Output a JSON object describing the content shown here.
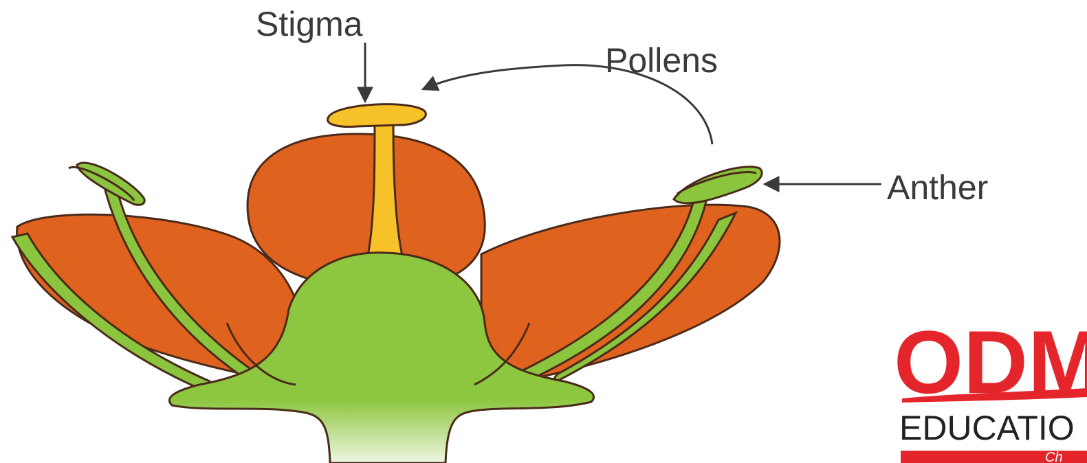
{
  "labels": {
    "stigma": "Stigma",
    "pollens": "Pollens",
    "anther": "Anther"
  },
  "logo": {
    "main_text": "ODM",
    "sub_text": "EDUCATIO",
    "tagline_fragment": "Ch"
  },
  "colors": {
    "petal": "#E0621F",
    "stamen": "#8BC43D",
    "receptacle": "#8DC63F",
    "stigma": "#F7C12A",
    "outline": "#4a2a1a",
    "label_text": "#3a3a3a",
    "logo_red": "#E4262C",
    "logo_dark": "#222222"
  }
}
